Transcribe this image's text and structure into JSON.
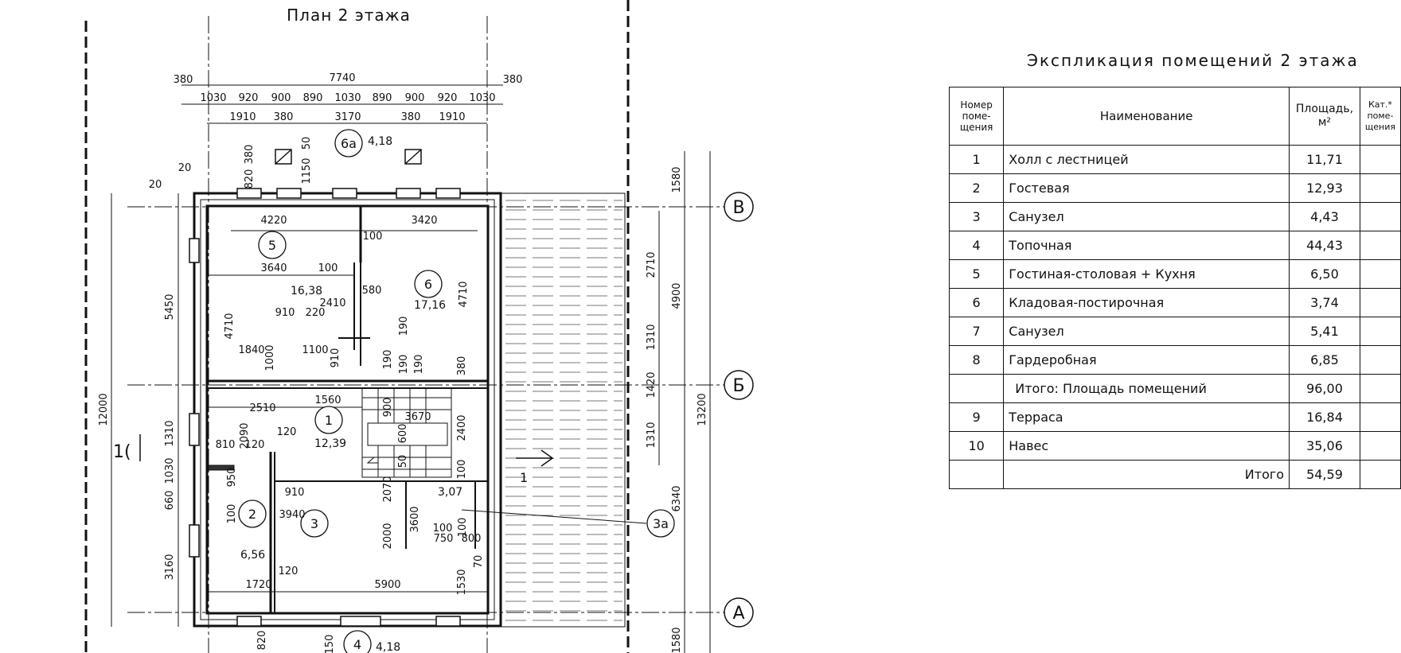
{
  "plan": {
    "title": "План 2 этажа",
    "axes": {
      "v": "В",
      "b": "Б",
      "a": "А"
    },
    "section_marks": {
      "left": "1(",
      "right": "1"
    },
    "room_tags": [
      {
        "id": "1",
        "area": "12,39"
      },
      {
        "id": "2",
        "area": "6,56"
      },
      {
        "id": "3",
        "area": "3,07"
      },
      {
        "id": "3а"
      },
      {
        "id": "4",
        "area": "4,18"
      },
      {
        "id": "5",
        "area": "16,38"
      },
      {
        "id": "6",
        "area": "17,16"
      },
      {
        "id": "6а",
        "area": "4,18"
      }
    ],
    "dims": {
      "top_total": "7740",
      "top_edge": "380",
      "top_row1": [
        "1030",
        "920",
        "900",
        "890",
        "1030",
        "890",
        "900",
        "920",
        "1030"
      ],
      "top_row2": [
        "1910",
        "380",
        "3170",
        "380",
        "1910"
      ],
      "small_top": [
        "20",
        "20",
        "380",
        "820",
        "1150",
        "50"
      ],
      "left_total": "12000",
      "left_parts": [
        "5450",
        "1310",
        "1030",
        "660",
        "3160"
      ],
      "right_total": "13200",
      "right_parts": [
        "1580",
        "2710",
        "4900",
        "1310",
        "1420",
        "1310",
        "6340",
        "1580"
      ],
      "interior": [
        "4220",
        "3420",
        "3640",
        "100",
        "100",
        "580",
        "4710",
        "4710",
        "100",
        "910",
        "220",
        "2410",
        "1840",
        "1100",
        "1000",
        "910",
        "190",
        "190",
        "190",
        "380",
        "2510",
        "1560",
        "3670",
        "900",
        "600",
        "2400",
        "2090",
        "910",
        "810",
        "120",
        "120",
        "950",
        "50",
        "910",
        "100",
        "3940",
        "100",
        "2070",
        "3600",
        "2000",
        "100",
        "750",
        "800",
        "70",
        "120",
        "1720",
        "5900",
        "1530",
        "820",
        "150"
      ]
    }
  },
  "explication": {
    "title": "Экспликация помещений 2 этажа",
    "headers": {
      "num": "Номер поме- щения",
      "name": "Наименование",
      "area": "Площадь, м²",
      "cat": "Кат.* поме- щения"
    },
    "rows": [
      {
        "num": "1",
        "name": "Холл с лестницей",
        "area": "11,71"
      },
      {
        "num": "2",
        "name": "Гостевая",
        "area": "12,93"
      },
      {
        "num": "3",
        "name": "Санузел",
        "area": "4,43"
      },
      {
        "num": "4",
        "name": "Топочная",
        "area": "44,43"
      },
      {
        "num": "5",
        "name": "Гостиная-столовая + Кухня",
        "area": "6,50"
      },
      {
        "num": "6",
        "name": "Кладовая-постирочная",
        "area": "3,74"
      },
      {
        "num": "7",
        "name": "Санузел",
        "area": "5,41"
      },
      {
        "num": "8",
        "name": "Гардеробная",
        "area": "6,85"
      },
      {
        "num": "",
        "name": "Итого: Площадь помещений",
        "area": "96,00"
      },
      {
        "num": "9",
        "name": "Терраса",
        "area": "16,84"
      },
      {
        "num": "10",
        "name": "Навес",
        "area": "35,06"
      },
      {
        "num": "",
        "name": "Итого",
        "area": "54,59"
      }
    ]
  }
}
